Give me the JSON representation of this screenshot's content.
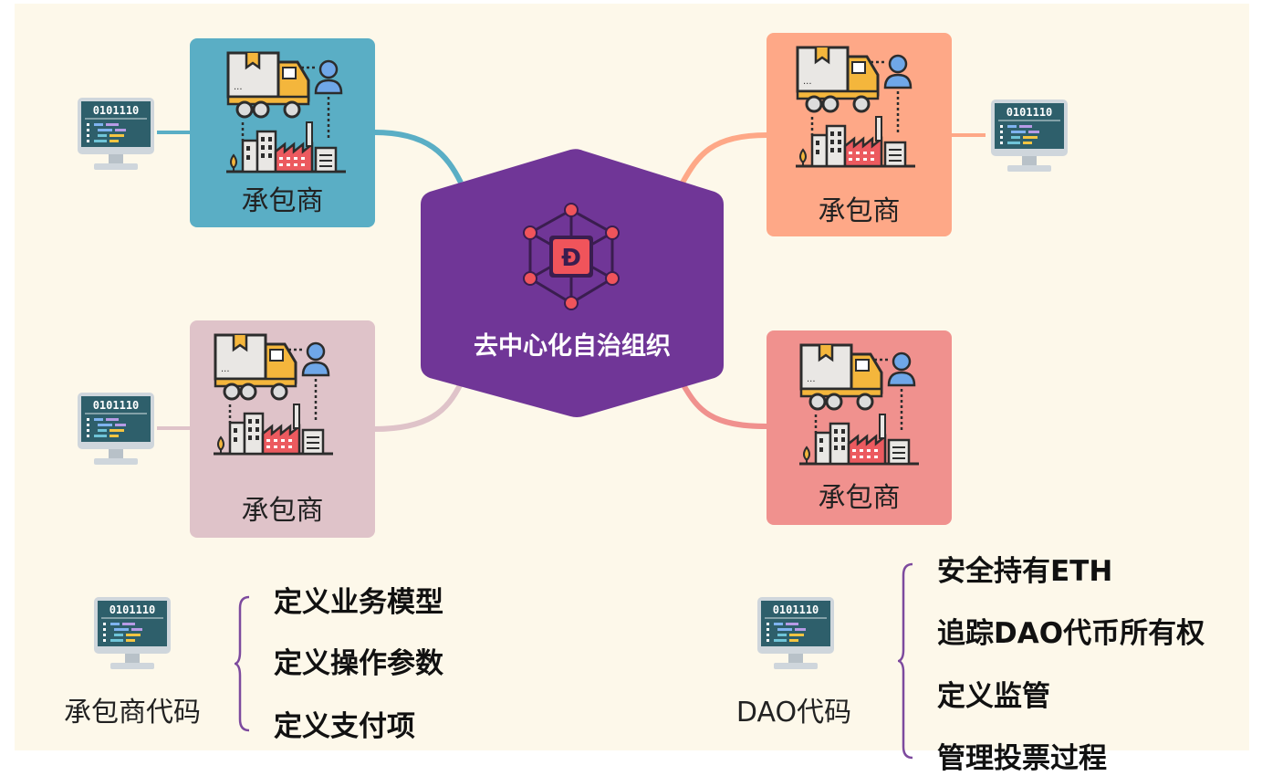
{
  "center": {
    "title": "去中心化自治组织",
    "color": "#703697",
    "icon": "dao-network-icon",
    "icon_letter": "Đ"
  },
  "contractors": [
    {
      "label": "承包商",
      "color": "#5aaec5",
      "icon": "truck-factory-icon"
    },
    {
      "label": "承包商",
      "color": "#dfc3c9",
      "icon": "truck-factory-icon"
    },
    {
      "label": "承包商",
      "color": "#fea887",
      "icon": "truck-factory-icon"
    },
    {
      "label": "承包商",
      "color": "#f0918e",
      "icon": "truck-factory-icon"
    }
  ],
  "monitor_code_text": "0101110",
  "contractor_code": {
    "caption": "承包商代码",
    "items": [
      "定义业务模型",
      "定义操作参数",
      "定义支付项"
    ]
  },
  "dao_code": {
    "caption": "DAO代码",
    "items": [
      "安全持有ETH",
      "追踪DAO代币所有权",
      "定义监管",
      "管理投票过程"
    ]
  },
  "connector_colors": {
    "contractor_1": "#5aaec5",
    "contractor_2": "#dfc3c9",
    "contractor_3": "#fea887",
    "contractor_4": "#f0918e",
    "brace": "#7d4a9e"
  }
}
